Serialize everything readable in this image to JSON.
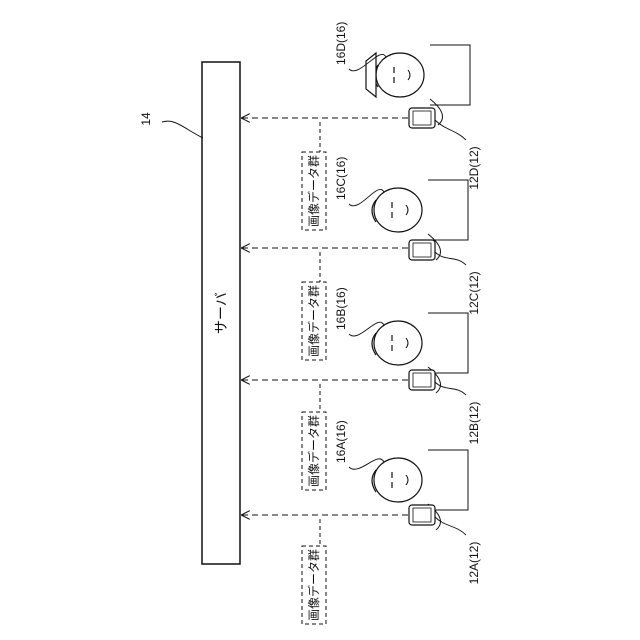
{
  "server": {
    "label": "サーバ",
    "ref": "14"
  },
  "links": [
    {
      "label": "画像データ群"
    },
    {
      "label": "画像データ群"
    },
    {
      "label": "画像データ群"
    },
    {
      "label": "画像データ群"
    }
  ],
  "users": [
    {
      "user_ref": "16D(16)",
      "terminal_ref": "12D(12)"
    },
    {
      "user_ref": "16C(16)",
      "terminal_ref": "12C(12)"
    },
    {
      "user_ref": "16B(16)",
      "terminal_ref": "12B(12)"
    },
    {
      "user_ref": "16A(16)",
      "terminal_ref": "12A(12)"
    }
  ]
}
